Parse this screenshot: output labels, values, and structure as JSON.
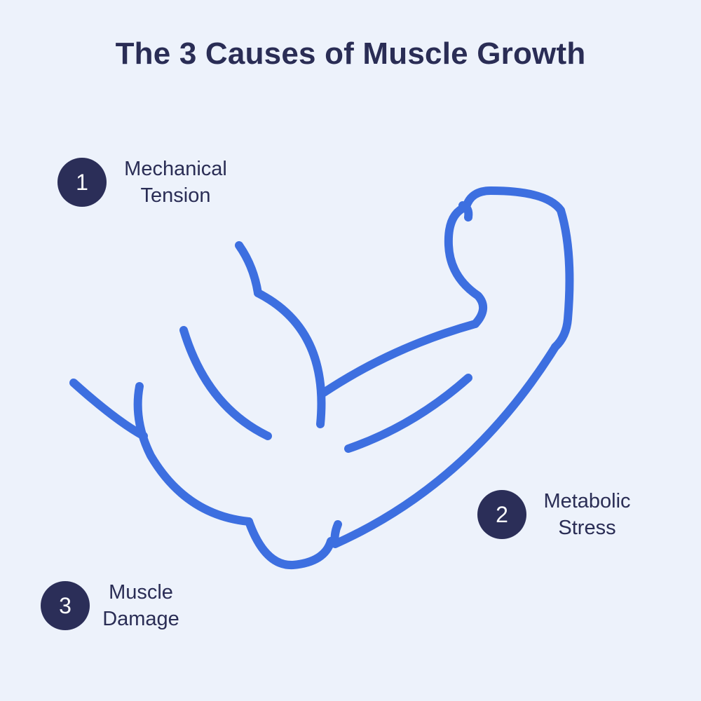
{
  "title": "The 3 Causes of Muscle Growth",
  "colors": {
    "background": "#edf2fb",
    "arm_stroke": "#3d6fe0",
    "badge": "#2b2e58",
    "text": "#2a2d55"
  },
  "illustration": {
    "icon": "flexed-arm-icon"
  },
  "causes": [
    {
      "number": "1",
      "line1": "Mechanical",
      "line2": "Tension"
    },
    {
      "number": "2",
      "line1": "Metabolic",
      "line2": "Stress"
    },
    {
      "number": "3",
      "line1": "Muscle",
      "line2": "Damage"
    }
  ]
}
